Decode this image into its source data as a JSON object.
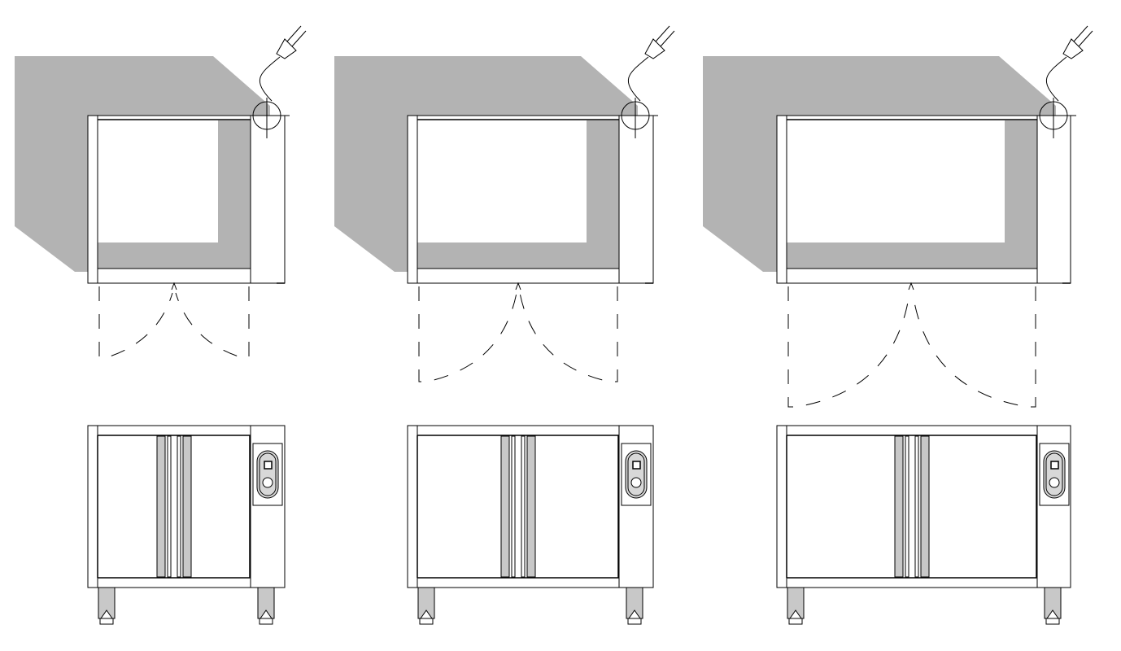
{
  "drawing": {
    "units": [
      {
        "id": "small",
        "door_panels": 2,
        "has_power_plug": true,
        "has_control_knob": true
      },
      {
        "id": "medium",
        "door_panels": 2,
        "has_power_plug": true,
        "has_control_knob": true
      },
      {
        "id": "large",
        "door_panels": 2,
        "has_power_plug": true,
        "has_control_knob": true
      }
    ],
    "colors": {
      "line": "#000000",
      "shadow": "#b3b3b3",
      "fill": "#ffffff",
      "metal": "#c8c8c8"
    },
    "icons": [
      "power-plug-icon",
      "crosshair-icon",
      "control-knob-icon"
    ]
  }
}
